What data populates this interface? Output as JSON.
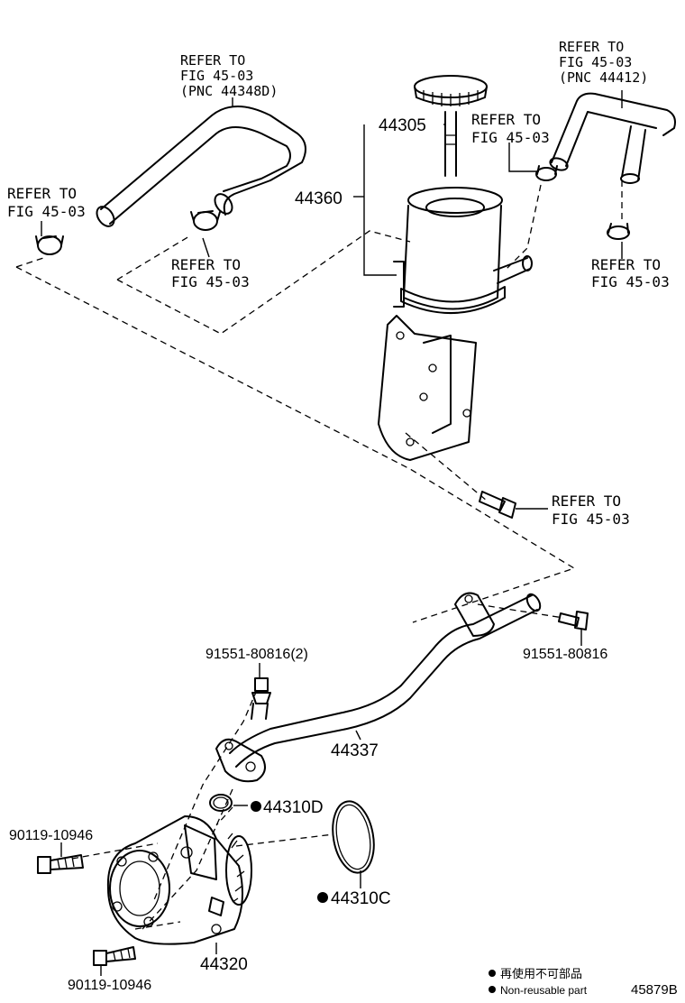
{
  "callouts": {
    "refer_hose_left": [
      "REFER TO",
      "FIG 45-03",
      "(PNC 44348D)"
    ],
    "refer_hose_right": [
      "REFER TO",
      "FIG 45-03",
      "(PNC 44412)"
    ],
    "refer_clamp_far_left": [
      "REFER TO",
      "FIG 45-03"
    ],
    "refer_clamp_mid_left": [
      "REFER TO",
      "FIG 45-03"
    ],
    "refer_clamp_upper_right": [
      "REFER TO",
      "FIG 45-03"
    ],
    "refer_clamp_right": [
      "REFER TO",
      "FIG 45-03"
    ],
    "refer_bracket_bolt": [
      "REFER TO",
      "FIG 45-03"
    ]
  },
  "parts": {
    "cap": "44305",
    "reservoir": "44360",
    "pipe": "44337",
    "bolt_pipe_upper_right": "91551-80816",
    "bolt_pipe_left": "91551-80816(2)",
    "oring_small": "44310D",
    "oring_large": "44310C",
    "pump": "44320",
    "bolt_pump_upper": "90119-10946",
    "bolt_pump_lower": "90119-10946"
  },
  "legend": {
    "japanese": "再使用不可部品",
    "english": "Non-reusable part"
  },
  "figure_code": "45879B"
}
